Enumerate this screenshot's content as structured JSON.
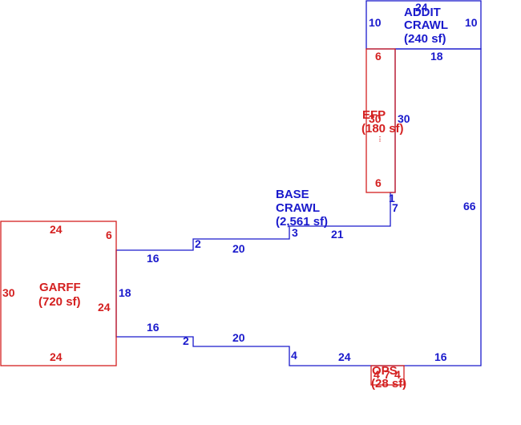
{
  "colors": {
    "main": "#1a1acc",
    "secondary": "#d42020"
  },
  "areas": {
    "addit": {
      "name1": "ADDIT",
      "name2": "CRAWL",
      "area": "(240 sf)"
    },
    "efp": {
      "name": "EFP",
      "area": "(180 sf)"
    },
    "base": {
      "name1": "BASE",
      "name2": "CRAWL",
      "area": "(2,561 sf)"
    },
    "garff": {
      "name": "GARFF",
      "area": "(720 sf)"
    },
    "ops": {
      "name": "OPS",
      "area": "(28 sf)"
    }
  },
  "dims": {
    "addit_top": "24",
    "addit_left": "10",
    "addit_right": "10",
    "efp_top": "6",
    "efp_bottom": "6",
    "efp_side_a": "30",
    "efp_side_b": "30",
    "base_18": "18",
    "base_30": "30",
    "base_66": "66",
    "base_1": "1",
    "base_7": "7",
    "base_21": "21",
    "base_3": "3",
    "base_20_top": "20",
    "base_2_top": "2",
    "base_16_top": "16",
    "base_18_left": "18",
    "base_16_bot": "16",
    "base_2_bot": "2",
    "base_20_bot": "20",
    "base_4": "4",
    "base_24": "24",
    "base_16_right": "16",
    "garff_top": "24",
    "garff_bottom": "24",
    "garff_left": "30",
    "garff_right_6": "6",
    "garff_right_24": "24",
    "ops_a": "4",
    "ops_b": "7",
    "ops_c": "4"
  }
}
